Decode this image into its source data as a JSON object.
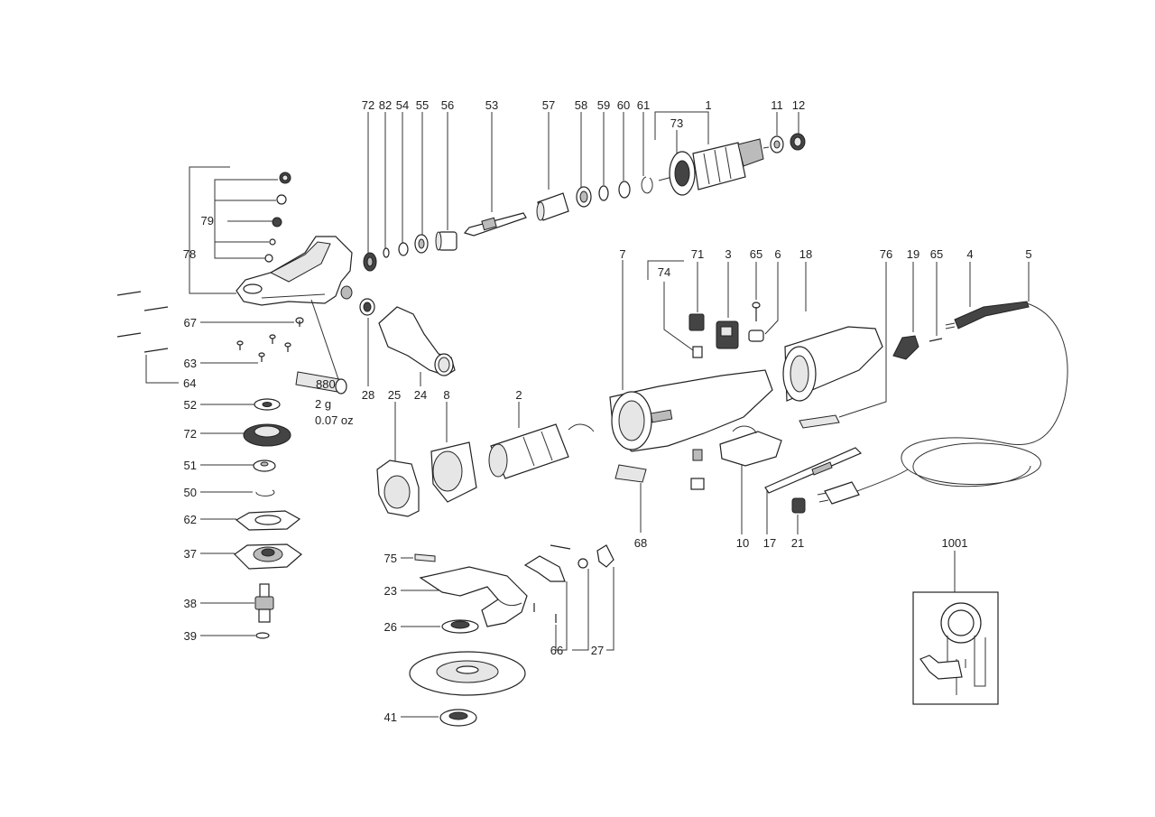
{
  "part_numbers": {
    "n72": "72",
    "n82": "82",
    "n54": "54",
    "n55": "55",
    "n56": "56",
    "n53": "53",
    "n57": "57",
    "n58": "58",
    "n59": "59",
    "n60": "60",
    "n61": "61",
    "n1": "1",
    "n73": "73",
    "n11": "11",
    "n12": "12",
    "n79": "79",
    "n78": "78",
    "n67": "67",
    "n63": "63",
    "n64": "64",
    "n52": "52",
    "n51": "51",
    "n50": "50",
    "n62": "62",
    "n37": "37",
    "n38": "38",
    "n39": "39",
    "n28": "28",
    "n25": "25",
    "n24": "24",
    "n8": "8",
    "n2": "2",
    "n7": "7",
    "n71": "71",
    "n74": "74",
    "n3": "3",
    "n65a": "65",
    "n6": "6",
    "n18": "18",
    "n76": "76",
    "n19": "19",
    "n65b": "65",
    "n4": "4",
    "n5": "5",
    "n68": "68",
    "n10": "10",
    "n17": "17",
    "n21": "21",
    "n1001": "1001",
    "n75": "75",
    "n23": "23",
    "n26": "26",
    "n41": "41",
    "n66": "66",
    "n27": "27",
    "n72b": "72"
  },
  "grease": {
    "tube_code": "880",
    "amount_g": "2 g",
    "amount_oz": "0.07 oz"
  }
}
